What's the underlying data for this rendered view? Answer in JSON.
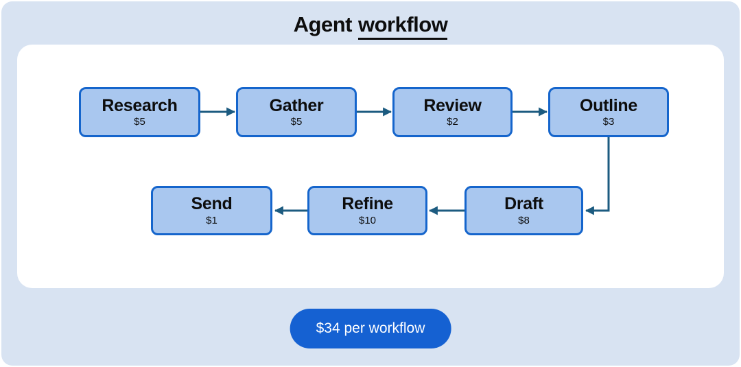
{
  "title": {
    "plain": "Agent",
    "underlined": "workflow"
  },
  "diagram": {
    "nodes": [
      {
        "id": "research",
        "label": "Research",
        "cost": "$5"
      },
      {
        "id": "gather",
        "label": "Gather",
        "cost": "$5"
      },
      {
        "id": "review",
        "label": "Review",
        "cost": "$2"
      },
      {
        "id": "outline",
        "label": "Outline",
        "cost": "$3"
      },
      {
        "id": "draft",
        "label": "Draft",
        "cost": "$8"
      },
      {
        "id": "refine",
        "label": "Refine",
        "cost": "$10"
      },
      {
        "id": "send",
        "label": "Send",
        "cost": "$1"
      }
    ],
    "edges": [
      {
        "from": "research",
        "to": "gather"
      },
      {
        "from": "gather",
        "to": "review"
      },
      {
        "from": "review",
        "to": "outline"
      },
      {
        "from": "outline",
        "to": "draft"
      },
      {
        "from": "draft",
        "to": "refine"
      },
      {
        "from": "refine",
        "to": "send"
      }
    ]
  },
  "badge": {
    "label": "$34 per workflow"
  },
  "colors": {
    "card_bg": "#d8e3f2",
    "panel_bg": "#ffffff",
    "node_fill": "#a9c7ef",
    "node_border": "#1565cc",
    "arrow": "#1c5b80",
    "badge_bg": "#1561d2",
    "badge_text": "#ffffff",
    "text": "#0d0d0d"
  }
}
